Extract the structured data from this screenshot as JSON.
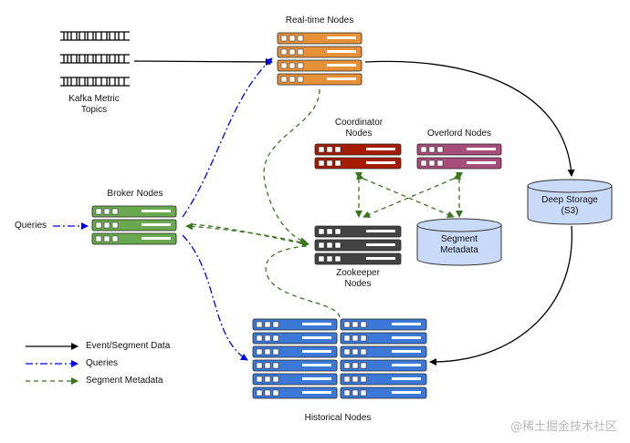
{
  "labels": {
    "kafka": "Kafka Metric\nTopics",
    "realtime": "Real-time Nodes",
    "coordinator": "Coordinator\nNodes",
    "overlord": "Overlord Nodes",
    "broker": "Broker Nodes",
    "queries_in": "Queries",
    "zookeeper": "Zookeeper\nNodes",
    "segment_metadata": "Segment\nMetadata",
    "deep_storage": "Deep Storage\n(S3)",
    "historical": "Historical Nodes"
  },
  "legend": {
    "event_data": "Event/Segment Data",
    "queries": "Queries",
    "segment_metadata": "Segment Metadata"
  },
  "watermark": "@稀土掘金技术社区",
  "colors": {
    "realtime": "#e69138",
    "coordinator": "#a61c00",
    "overlord": "#a64d79",
    "broker": "#6aa84f",
    "zookeeper": "#434343",
    "historical": "#3c78d8",
    "storage": "#c9daf8",
    "blue_line": "#0000ee",
    "green_line": "#38761d"
  }
}
